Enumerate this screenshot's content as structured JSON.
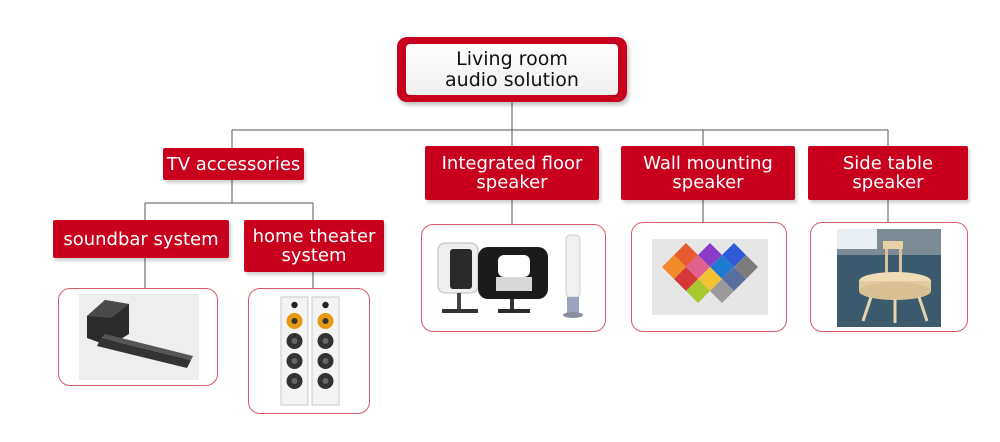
{
  "root": {
    "label": "Living room\naudio solution"
  },
  "categories": {
    "tv_accessories": "TV accessories",
    "integrated_floor": "Integrated floor\nspeaker",
    "wall_mounting": "Wall mounting\nspeaker",
    "side_table": "Side table\nspeaker",
    "soundbar": "soundbar system",
    "home_theater": "home theater\nsystem"
  },
  "colors": {
    "accent": "#c8001e",
    "card_border": "#d65a6a",
    "connector": "#555555"
  }
}
